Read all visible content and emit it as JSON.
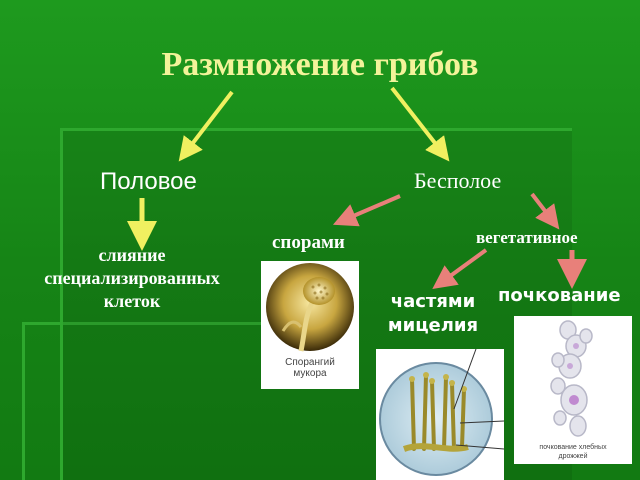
{
  "title": "Размножение грибов",
  "sexual": {
    "label": "Половое",
    "result": [
      "слияние",
      "специализированных",
      "клеток"
    ]
  },
  "asexual": {
    "label": "Бесполое",
    "spores": {
      "label": "спорами",
      "caption": [
        "Спорангий",
        "мукора"
      ]
    },
    "vegetative": {
      "label": "вегетативное",
      "mycelium": [
        "частями",
        "мицелия"
      ],
      "budding": {
        "label": "почкование",
        "caption": [
          "почкование хлебных",
          "дрожжей"
        ]
      }
    }
  },
  "colors": {
    "title": "#f3f39a",
    "arrow_yellow": "#f0f060",
    "arrow_salmon": "#e8807a",
    "background": "#1a8a1a"
  },
  "icons": [
    "sporangium-image",
    "mycelium-image",
    "yeast-budding-image"
  ]
}
